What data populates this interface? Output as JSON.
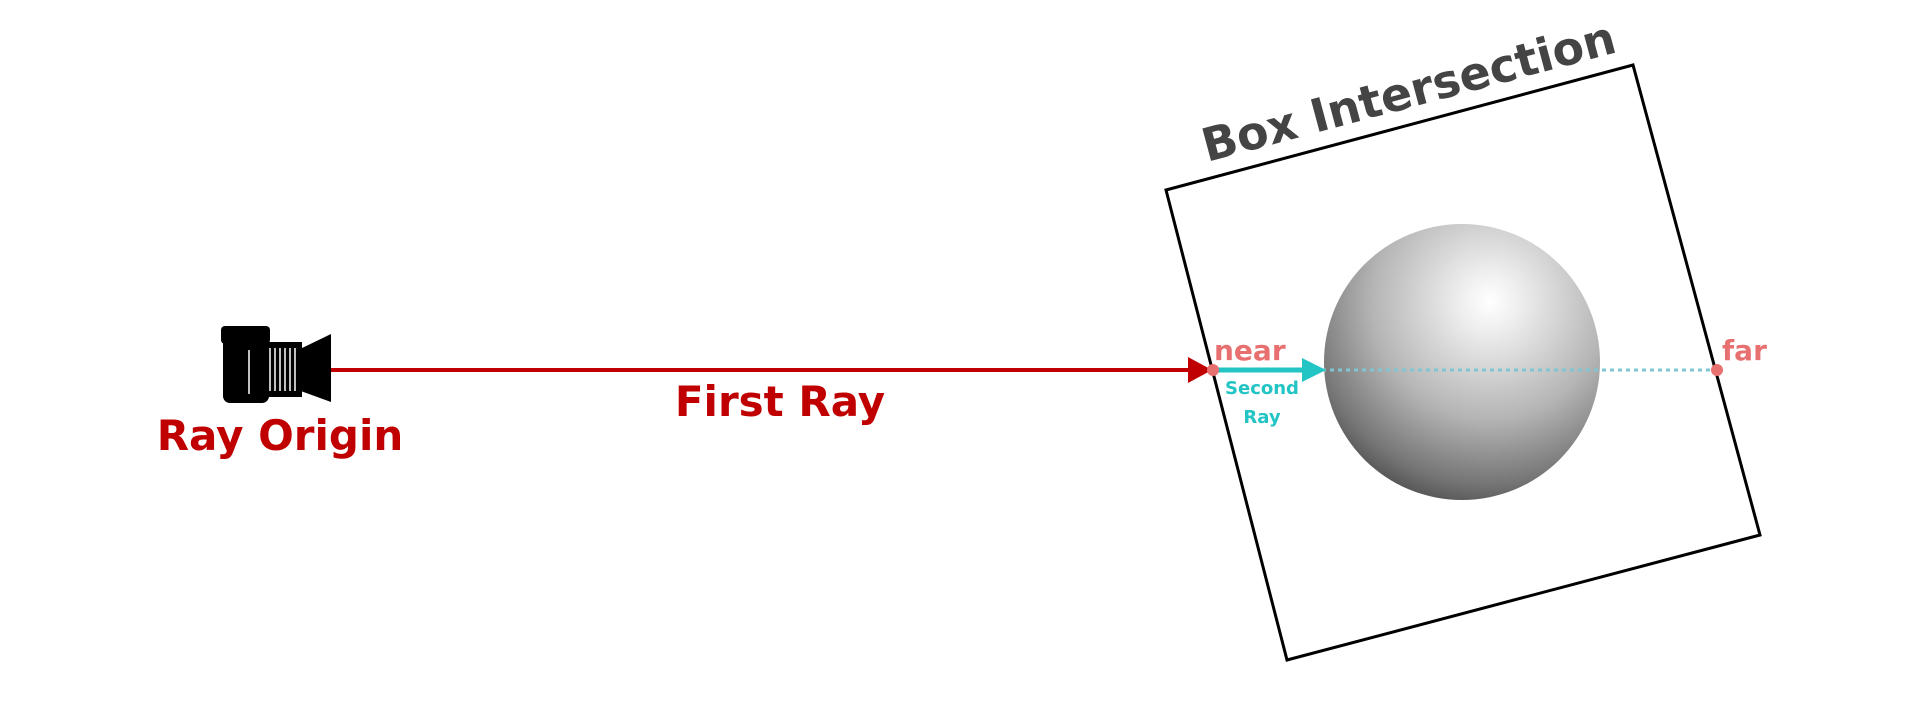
{
  "diagram": {
    "box_title": "Box Intersection",
    "ray_origin_label": "Ray Origin",
    "first_ray_label": "First Ray",
    "near_label": "near",
    "far_label": "far",
    "second_ray_label_line1": "Second",
    "second_ray_label_line2": "Ray"
  },
  "colors": {
    "first_ray": "#c00000",
    "second_ray": "#22c4c4",
    "near_far_points": "#e87070",
    "box_stroke": "#000000",
    "title_text": "#444444",
    "camera": "#000000"
  },
  "icons": {
    "camera": "camera-icon"
  }
}
